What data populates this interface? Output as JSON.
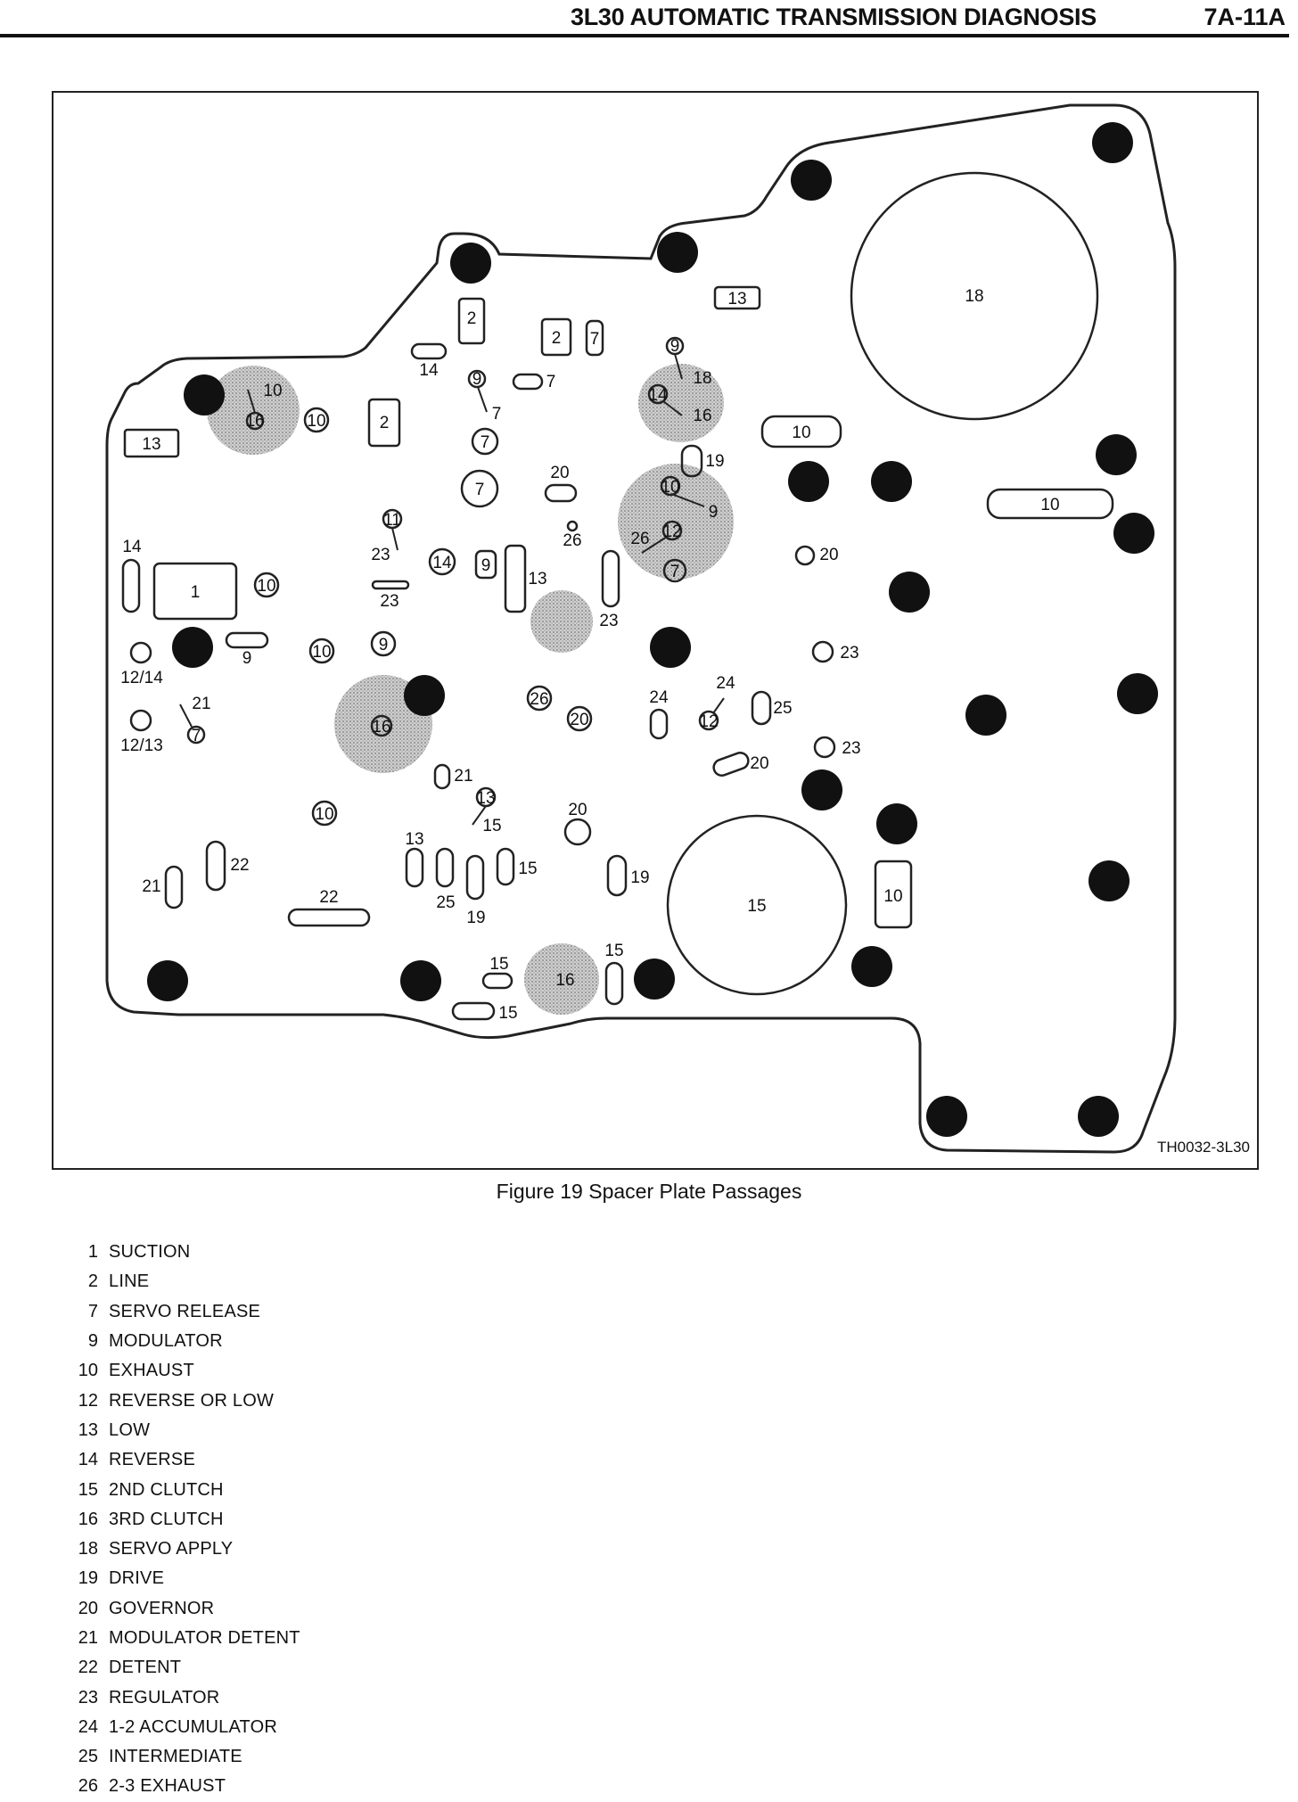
{
  "header": {
    "title": "3L30 AUTOMATIC TRANSMISSION DIAGNOSIS",
    "page": "7A-11A"
  },
  "figure": {
    "code": "TH0032-3L30",
    "caption": "Figure 19 Spacer Plate Passages"
  },
  "legend": [
    {
      "num": "1",
      "label": "SUCTION"
    },
    {
      "num": "2",
      "label": "LINE"
    },
    {
      "num": "7",
      "label": "SERVO RELEASE"
    },
    {
      "num": "9",
      "label": "MODULATOR"
    },
    {
      "num": "10",
      "label": "EXHAUST"
    },
    {
      "num": "12",
      "label": "REVERSE OR LOW"
    },
    {
      "num": "13",
      "label": "LOW"
    },
    {
      "num": "14",
      "label": "REVERSE"
    },
    {
      "num": "15",
      "label": "2ND CLUTCH"
    },
    {
      "num": "16",
      "label": "3RD CLUTCH"
    },
    {
      "num": "18",
      "label": "SERVO APPLY"
    },
    {
      "num": "19",
      "label": "DRIVE"
    },
    {
      "num": "20",
      "label": "GOVERNOR"
    },
    {
      "num": "21",
      "label": "MODULATOR DETENT"
    },
    {
      "num": "22",
      "label": "DETENT"
    },
    {
      "num": "23",
      "label": "REGULATOR"
    },
    {
      "num": "24",
      "label": "1-2 ACCUMULATOR"
    },
    {
      "num": "25",
      "label": "INTERMEDIATE"
    },
    {
      "num": "26",
      "label": "2-3 EXHAUST"
    }
  ],
  "diagram_labels": {
    "big_circle_18": "18",
    "big_circle_15": "15",
    "rect_1": "1",
    "slot_10_a": "10",
    "slot_10_b": "10",
    "slot_10_c": "10",
    "box_13_a": "13",
    "box_13_b": "13",
    "box_2_a": "2",
    "box_2_b": "2",
    "box_2_c": "2",
    "box_7": "7",
    "l14_a": "14",
    "l14_b": "14",
    "l14_c": "14",
    "l14_d": "14",
    "l7_a": "7",
    "l7_b": "7",
    "l7_c": "7",
    "l7_d": "7",
    "l7_e": "7",
    "l7_f": "7",
    "l9_a": "9",
    "l9_b": "9",
    "l9_c": "9",
    "l9_d": "9",
    "l9_e": "9",
    "l9_f": "9",
    "l10_a": "10",
    "l10_b": "10",
    "l10_c": "10",
    "l10_d": "10",
    "l10_e": "10",
    "l10_f": "10",
    "l18_a": "18",
    "l16_a": "16",
    "l16_b": "16",
    "l16_c": "16",
    "l16_d": "16",
    "l19_a": "19",
    "l19_b": "19",
    "l19_c": "19",
    "l20_a": "20",
    "l20_b": "20",
    "l20_c": "20",
    "l20_d": "20",
    "l20_e": "20",
    "l23_a": "23",
    "l23_b": "23",
    "l23_c": "23",
    "l23_d": "23",
    "l23_e": "23",
    "l26_a": "26",
    "l26_b": "26",
    "l26_c": "26",
    "l12_a": "12",
    "l12_b": "12",
    "l11": "11",
    "l13_a": "13",
    "l13_b": "13",
    "l13_c": "13",
    "l21_a": "21",
    "l21_b": "21",
    "l21_c": "21",
    "l22_a": "22",
    "l22_b": "22",
    "l24_a": "24",
    "l24_b": "24",
    "l25_a": "25",
    "l25_b": "25",
    "l15_a": "15",
    "l15_b": "15",
    "l15_c": "15",
    "l15_d": "15",
    "l15_e": "15",
    "l1214": "12/14",
    "l1213": "12/13"
  }
}
